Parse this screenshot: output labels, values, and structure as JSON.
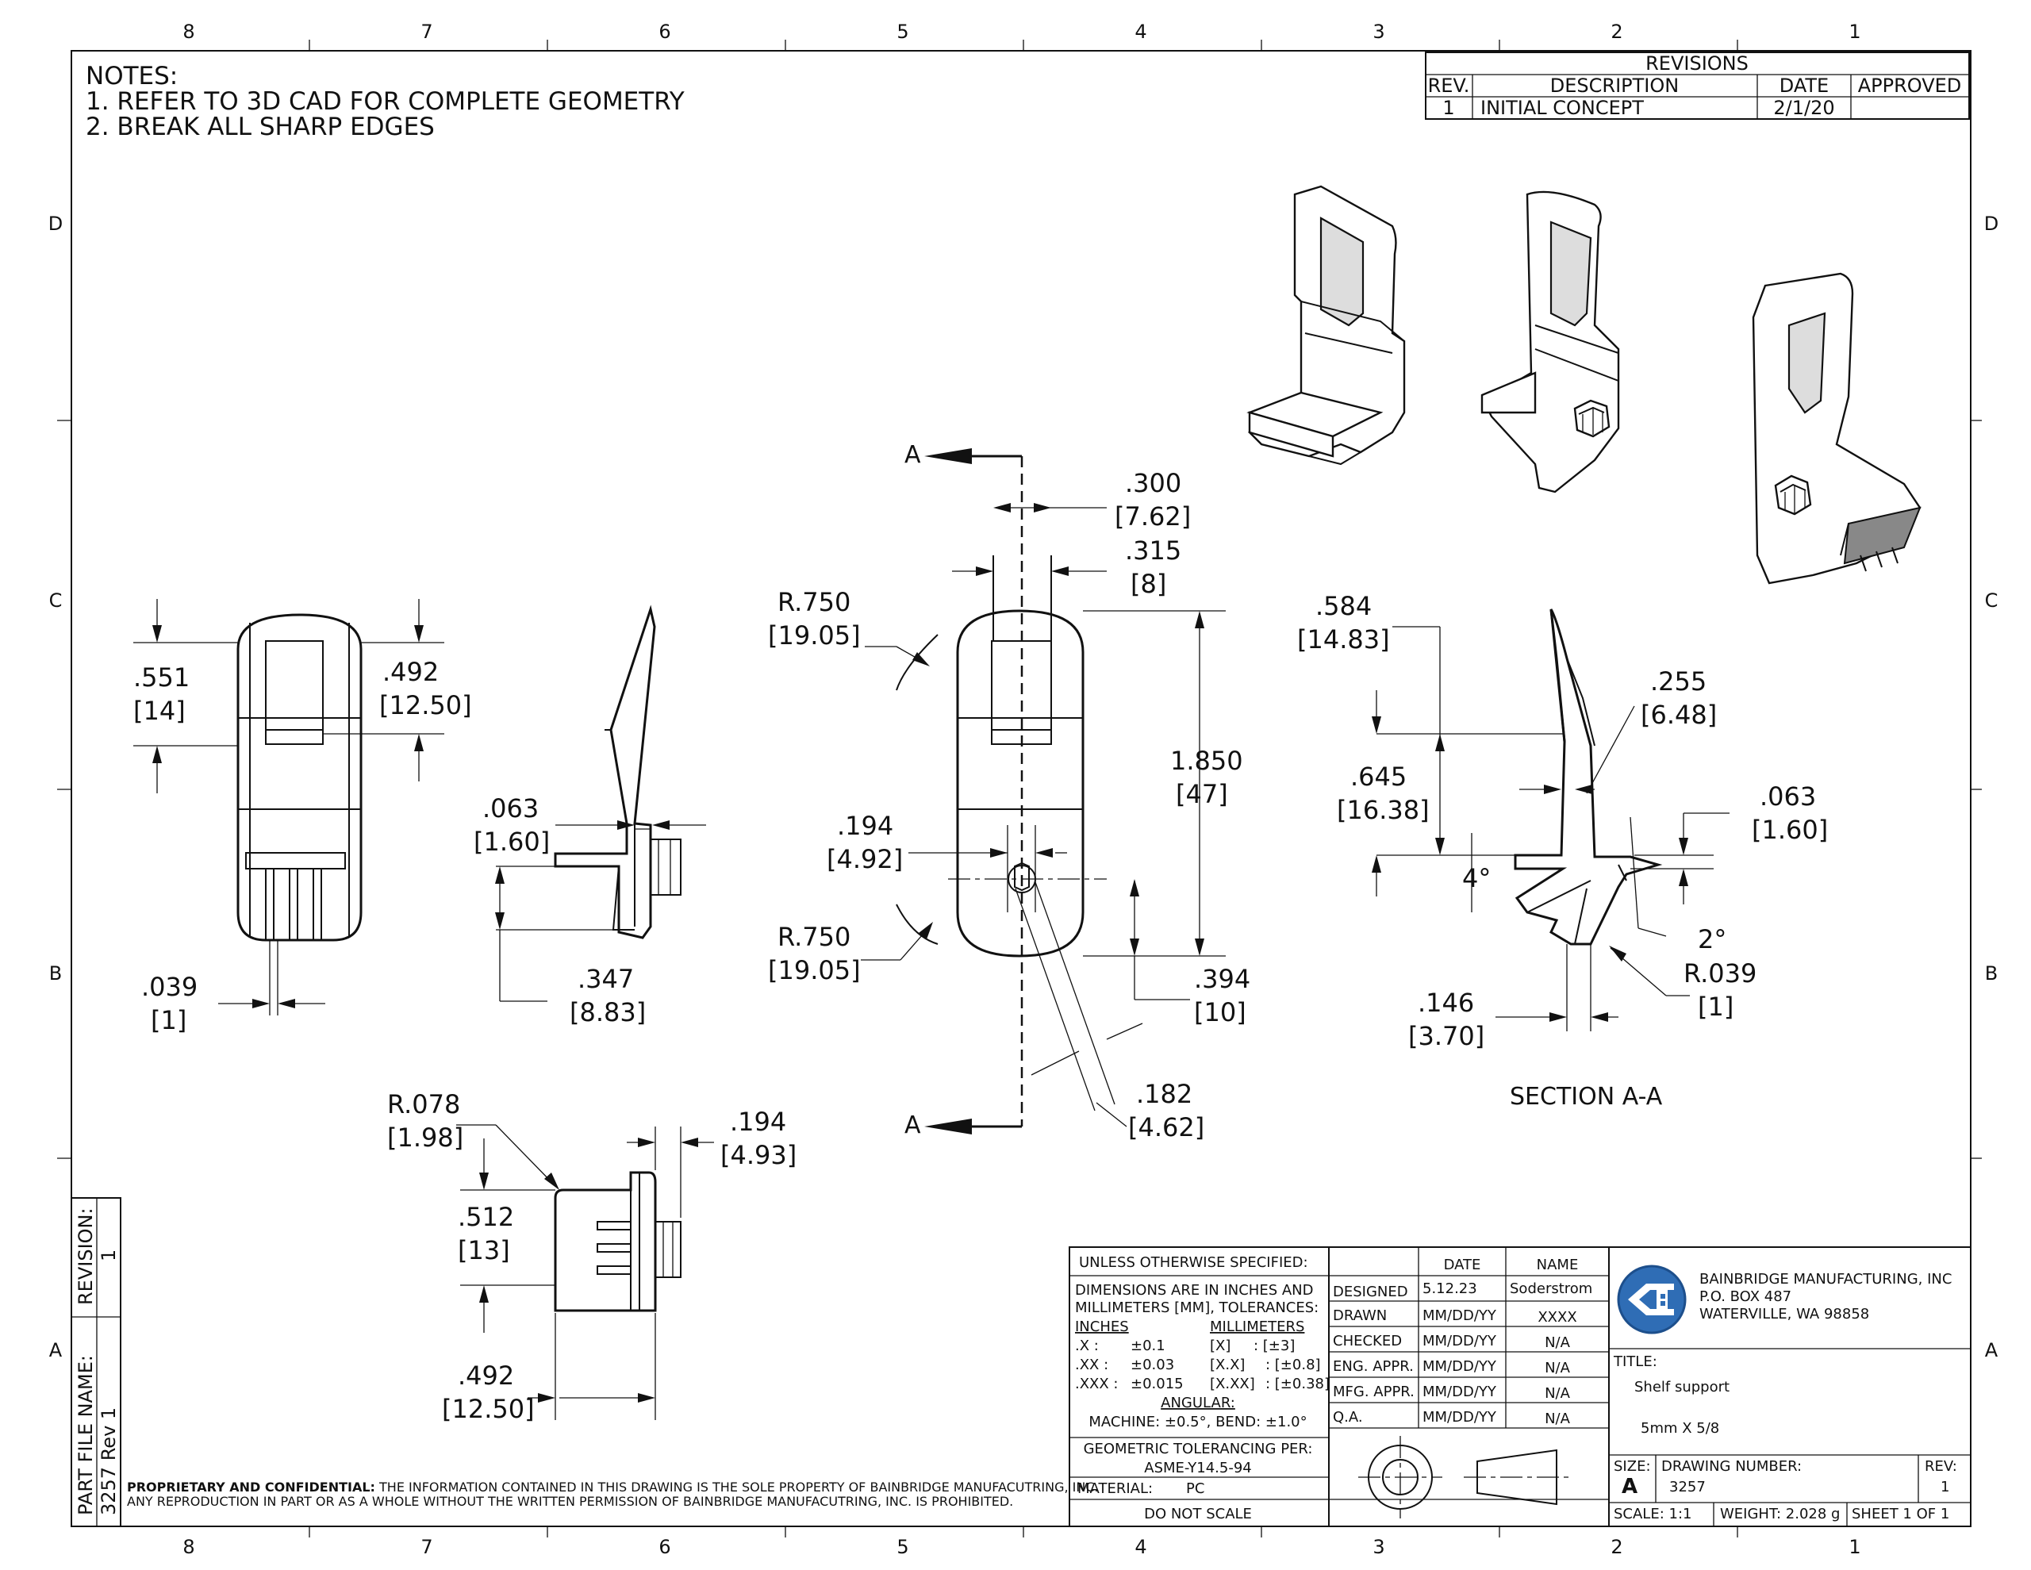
{
  "zones": {
    "columns": [
      "8",
      "7",
      "6",
      "5",
      "4",
      "3",
      "2",
      "1"
    ],
    "rows": [
      "D",
      "C",
      "B",
      "A"
    ]
  },
  "notes": {
    "heading": "NOTES:",
    "items": [
      "1.  REFER TO 3D CAD FOR COMPLETE GEOMETRY",
      "2.  BREAK ALL SHARP EDGES"
    ]
  },
  "revisions": {
    "title": "REVISIONS",
    "headers": [
      "REV.",
      "DESCRIPTION",
      "DATE",
      "APPROVED"
    ],
    "rows": [
      [
        "1",
        "INITIAL CONCEPT",
        "2/1/20",
        ""
      ]
    ]
  },
  "dims": {
    "front_top": [
      ".551",
      "[14]"
    ],
    "front_top_right": [
      ".492",
      "[12.50]"
    ],
    "front_slot": [
      ".039",
      "[1]"
    ],
    "side_thick": [
      ".063",
      "[1.60]"
    ],
    "side_depth": [
      ".347",
      "[8.83]"
    ],
    "width_300": [
      ".300",
      "[7.62]"
    ],
    "width_315": [
      ".315",
      "[8]"
    ],
    "radius_top": [
      "R.750",
      "[19.05]"
    ],
    "radius_bot": [
      "R.750",
      "[19.05]"
    ],
    "height_1850": [
      "1.850",
      "[47]"
    ],
    "hole_194": [
      ".194",
      "[4.92]"
    ],
    "hole_394": [
      ".394",
      "[10]"
    ],
    "angle_182": [
      ".182",
      "[4.62]"
    ],
    "sec_584": [
      ".584",
      "[14.83]"
    ],
    "sec_255": [
      ".255",
      "[6.48]"
    ],
    "sec_645": [
      ".645",
      "[16.38]"
    ],
    "sec_063": [
      ".063",
      "[1.60]"
    ],
    "sec_146": [
      ".146",
      "[3.70]"
    ],
    "sec_r039": [
      "R.039",
      "[1]"
    ],
    "sec_4deg": "4°",
    "sec_2deg": "2°",
    "bot_r078": [
      "R.078",
      "[1.98]"
    ],
    "bot_194": [
      ".194",
      "[4.93]"
    ],
    "bot_512": [
      ".512",
      "[13]"
    ],
    "bot_492": [
      ".492",
      "[12.50]"
    ],
    "section_arrow": "A",
    "section_title": "SECTION A-A"
  },
  "side_strip": {
    "revision_label": "REVISION:",
    "revision_value": "1",
    "file_label": "PART FILE NAME:",
    "file_value": "3257 Rev 1"
  },
  "proprietary": {
    "bold": "PROPRIETARY AND CONFIDENTIAL:",
    "line1": " THE INFORMATION CONTAINED IN THIS DRAWING IS THE SOLE PROPERTY OF BAINBRIDGE MANUFACUTRING, INC.",
    "line2": "ANY REPRODUCTION IN PART OR AS A WHOLE WITHOUT THE WRITTEN PERMISSION OF BAINBRIDGE MANUFACUTRING, INC. IS PROHIBITED."
  },
  "title_block": {
    "unless": "UNLESS OTHERWISE SPECIFIED:",
    "dims_line1": "DIMENSIONS ARE IN INCHES AND",
    "dims_line2": "MILLIMETERS [MM], TOLERANCES:",
    "inches_label": "INCHES",
    "mm_label": "MILLIMETERS",
    "tol_rows": [
      [
        ".X :",
        "±0.1",
        "[X]",
        ": [±3]"
      ],
      [
        ".XX :",
        "±0.03",
        "[X.X]",
        ": [±0.8]"
      ],
      [
        ".XXX :",
        "±0.015",
        "[X.XX]",
        ": [±0.38]"
      ]
    ],
    "angular_label": "ANGULAR:",
    "angular_value": "MACHINE: ±0.5°, BEND: ±1.0°",
    "geo_line1": "GEOMETRIC TOLERANCING PER:",
    "geo_line2": "ASME-Y14.5-94",
    "material_label": "MATERIAL:",
    "material_value": "PC",
    "do_not_scale": "DO NOT SCALE",
    "col_date": "DATE",
    "col_name": "NAME",
    "sign_rows": [
      [
        "DESIGNED",
        "5.12.23",
        "Soderstrom"
      ],
      [
        "DRAWN",
        "MM/DD/YY",
        "XXXX"
      ],
      [
        "CHECKED",
        "MM/DD/YY",
        "N/A"
      ],
      [
        "ENG. APPR.",
        "MM/DD/YY",
        "N/A"
      ],
      [
        "MFG. APPR.",
        "MM/DD/YY",
        "N/A"
      ],
      [
        "Q.A.",
        "MM/DD/YY",
        "N/A"
      ]
    ],
    "company": [
      "BAINBRIDGE MANUFACTURING, INC",
      "P.O. BOX 487",
      "WATERVILLE, WA 98858"
    ],
    "title_label": "TITLE:",
    "title_line1": "Shelf support",
    "title_line2": "5mm X 5/8",
    "size_label": "SIZE:",
    "size_value": "A",
    "drawing_number_label": "DRAWING NUMBER:",
    "drawing_number": "3257",
    "rev_label": "REV:",
    "rev_value": "1",
    "scale": "SCALE: 1:1",
    "weight": "WEIGHT: 2.028 g",
    "sheet": "SHEET 1 OF 1"
  }
}
